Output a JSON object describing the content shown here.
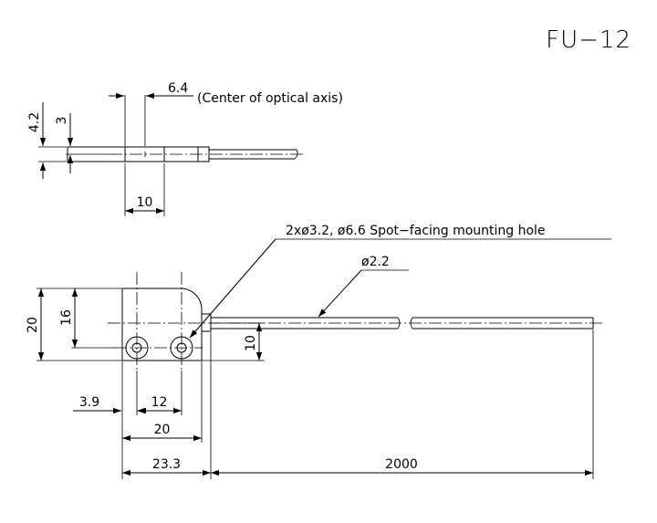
{
  "title": "FU−12",
  "top_view": {
    "dim_offset": "6.4",
    "offset_note": "(Center of optical axis)",
    "dim_height": "4.2",
    "dim_axis": "3",
    "dim_width": "10"
  },
  "front_view": {
    "hole_note": "2xø3.2, ø6.6 Spot−facing mounting hole",
    "fiber_dia": "ø2.2",
    "dim_height": "20",
    "dim_hole_height": "16",
    "dim_fiber_height": "10",
    "dim_hole_offset": "3.9",
    "dim_hole_pitch": "12",
    "dim_body_width": "20",
    "dim_total_width": "23.3",
    "dim_fiber_length": "2000"
  }
}
